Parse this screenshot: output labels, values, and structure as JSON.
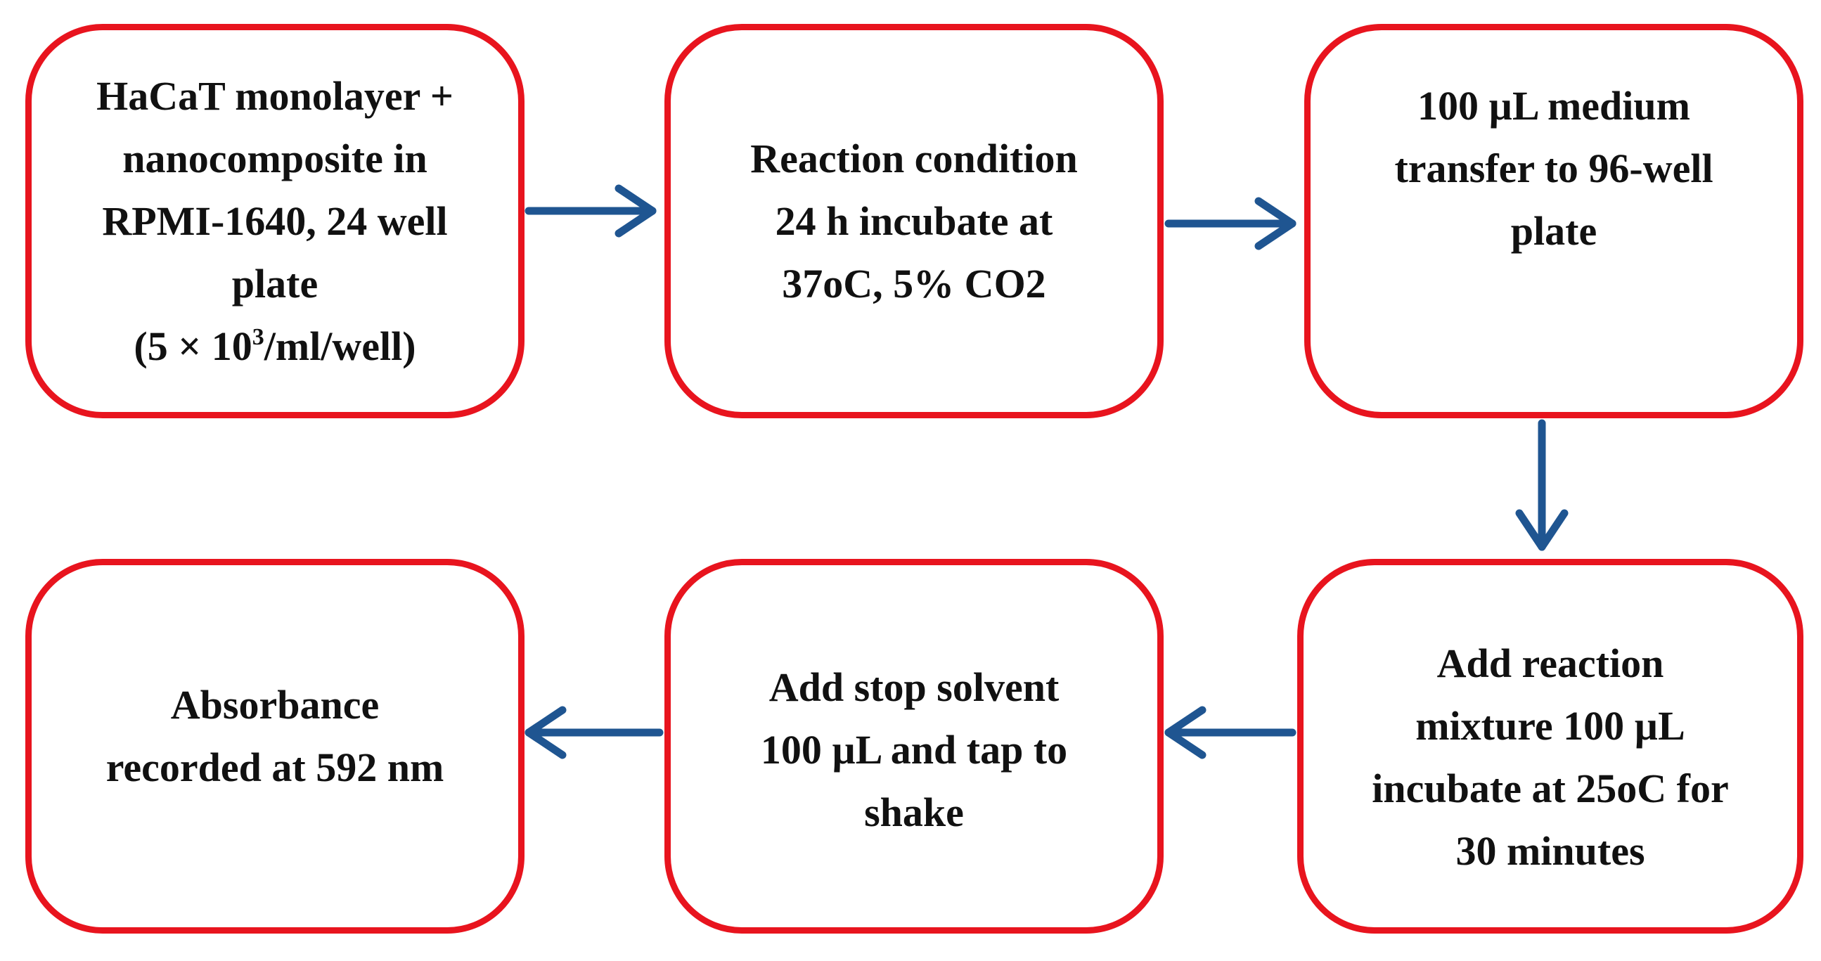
{
  "steps": [
    {
      "id": "step-1",
      "lines": [
        "HaCaT  monolayer +",
        "nanocomposite in",
        "RPMI-1640, 24 well",
        "plate"
      ],
      "extra": {
        "prefix": "(5 × 10",
        "superscript": "3",
        "suffix": "/ml/well)"
      }
    },
    {
      "id": "step-2",
      "lines": [
        "Reaction  condition",
        "24 h incubate at",
        "37oC, 5% CO2"
      ]
    },
    {
      "id": "step-3",
      "lines": [
        "100 µL medium",
        "transfer to 96-well",
        "plate"
      ]
    },
    {
      "id": "step-4",
      "lines": [
        "Add reaction",
        "mixture 100 µL",
        "incubate at 25oC for",
        "30 minutes"
      ]
    },
    {
      "id": "step-5",
      "lines": [
        "Add stop solvent",
        "100 µL and tap to",
        "shake"
      ]
    },
    {
      "id": "step-6",
      "lines": [
        "Absorbance",
        "recorded at 592 nm"
      ]
    }
  ],
  "colors": {
    "box_border": "#e8141e",
    "arrow": "#1f5591",
    "text": "#111111"
  }
}
